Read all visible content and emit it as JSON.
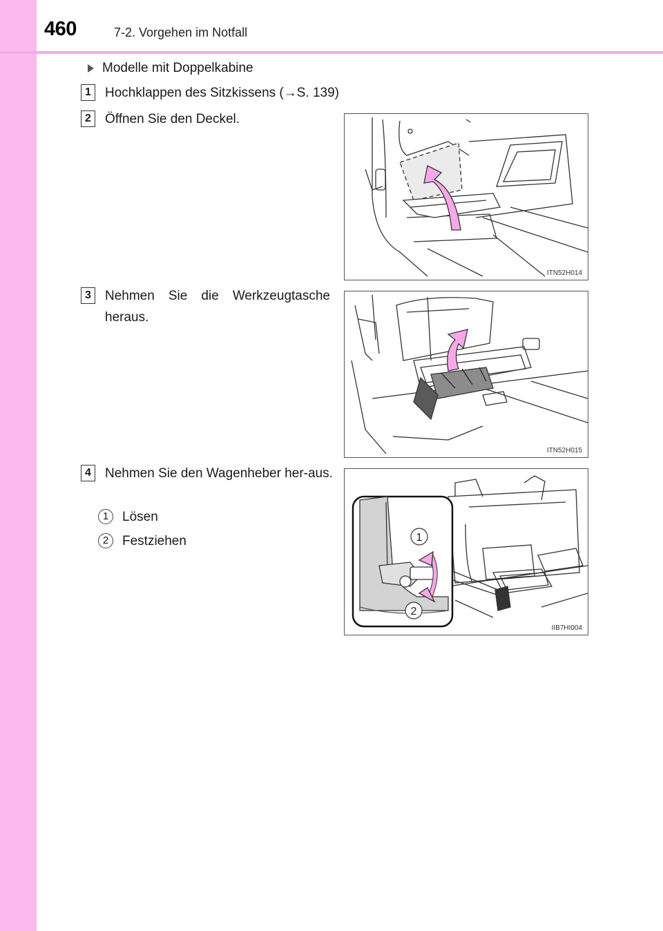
{
  "header": {
    "page_number": "460",
    "section": "7-2. Vorgehen im Notfall"
  },
  "model_heading": "Modelle mit Doppelkabine",
  "steps": [
    {
      "num": "1",
      "text": "Hochklappen des Sitzkissens (→S. 139)"
    },
    {
      "num": "2",
      "text": "Öffnen Sie den Deckel."
    },
    {
      "num": "3",
      "text": "Nehmen Sie die Werkzeugtasche heraus."
    },
    {
      "num": "4",
      "text": "Nehmen Sie den Wagenheber her-aus."
    }
  ],
  "sub_steps": [
    {
      "num": "1",
      "text": "Lösen"
    },
    {
      "num": "2",
      "text": "Festziehen"
    }
  ],
  "figures": [
    {
      "code": "ITN52H014"
    },
    {
      "code": "ITN52H015"
    },
    {
      "code": "IIB7HI004",
      "callouts": [
        "1",
        "2"
      ]
    }
  ],
  "colors": {
    "accent_pink": "#fbb9ef",
    "arrow_pink": "#f7a8e8"
  }
}
